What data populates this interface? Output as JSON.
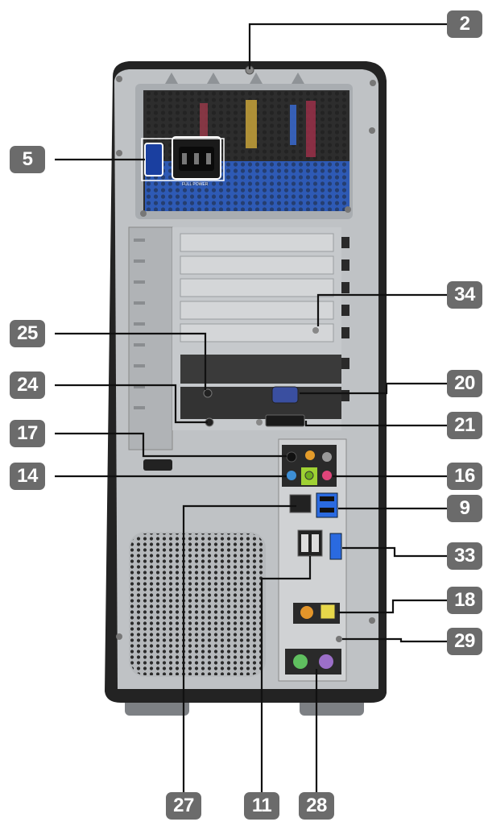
{
  "callouts": [
    {
      "id": "c2",
      "label": "2"
    },
    {
      "id": "c5",
      "label": "5"
    },
    {
      "id": "c34",
      "label": "34"
    },
    {
      "id": "c25",
      "label": "25"
    },
    {
      "id": "c24",
      "label": "24"
    },
    {
      "id": "c20",
      "label": "20"
    },
    {
      "id": "c21",
      "label": "21"
    },
    {
      "id": "c17",
      "label": "17"
    },
    {
      "id": "c14",
      "label": "14"
    },
    {
      "id": "c16",
      "label": "16"
    },
    {
      "id": "c9",
      "label": "9"
    },
    {
      "id": "c33",
      "label": "33"
    },
    {
      "id": "c18",
      "label": "18"
    },
    {
      "id": "c29",
      "label": "29"
    },
    {
      "id": "c27",
      "label": "27"
    },
    {
      "id": "c11",
      "label": "11"
    },
    {
      "id": "c28",
      "label": "28"
    }
  ],
  "psu_label": "FULL POWER",
  "colors": {
    "callout": "#6b6b6b",
    "chassis": "#b9bcc0",
    "frame": "#2a2a2a",
    "psu_blue": "#2f5fc4",
    "usb_blue": "#2a6ae0"
  }
}
